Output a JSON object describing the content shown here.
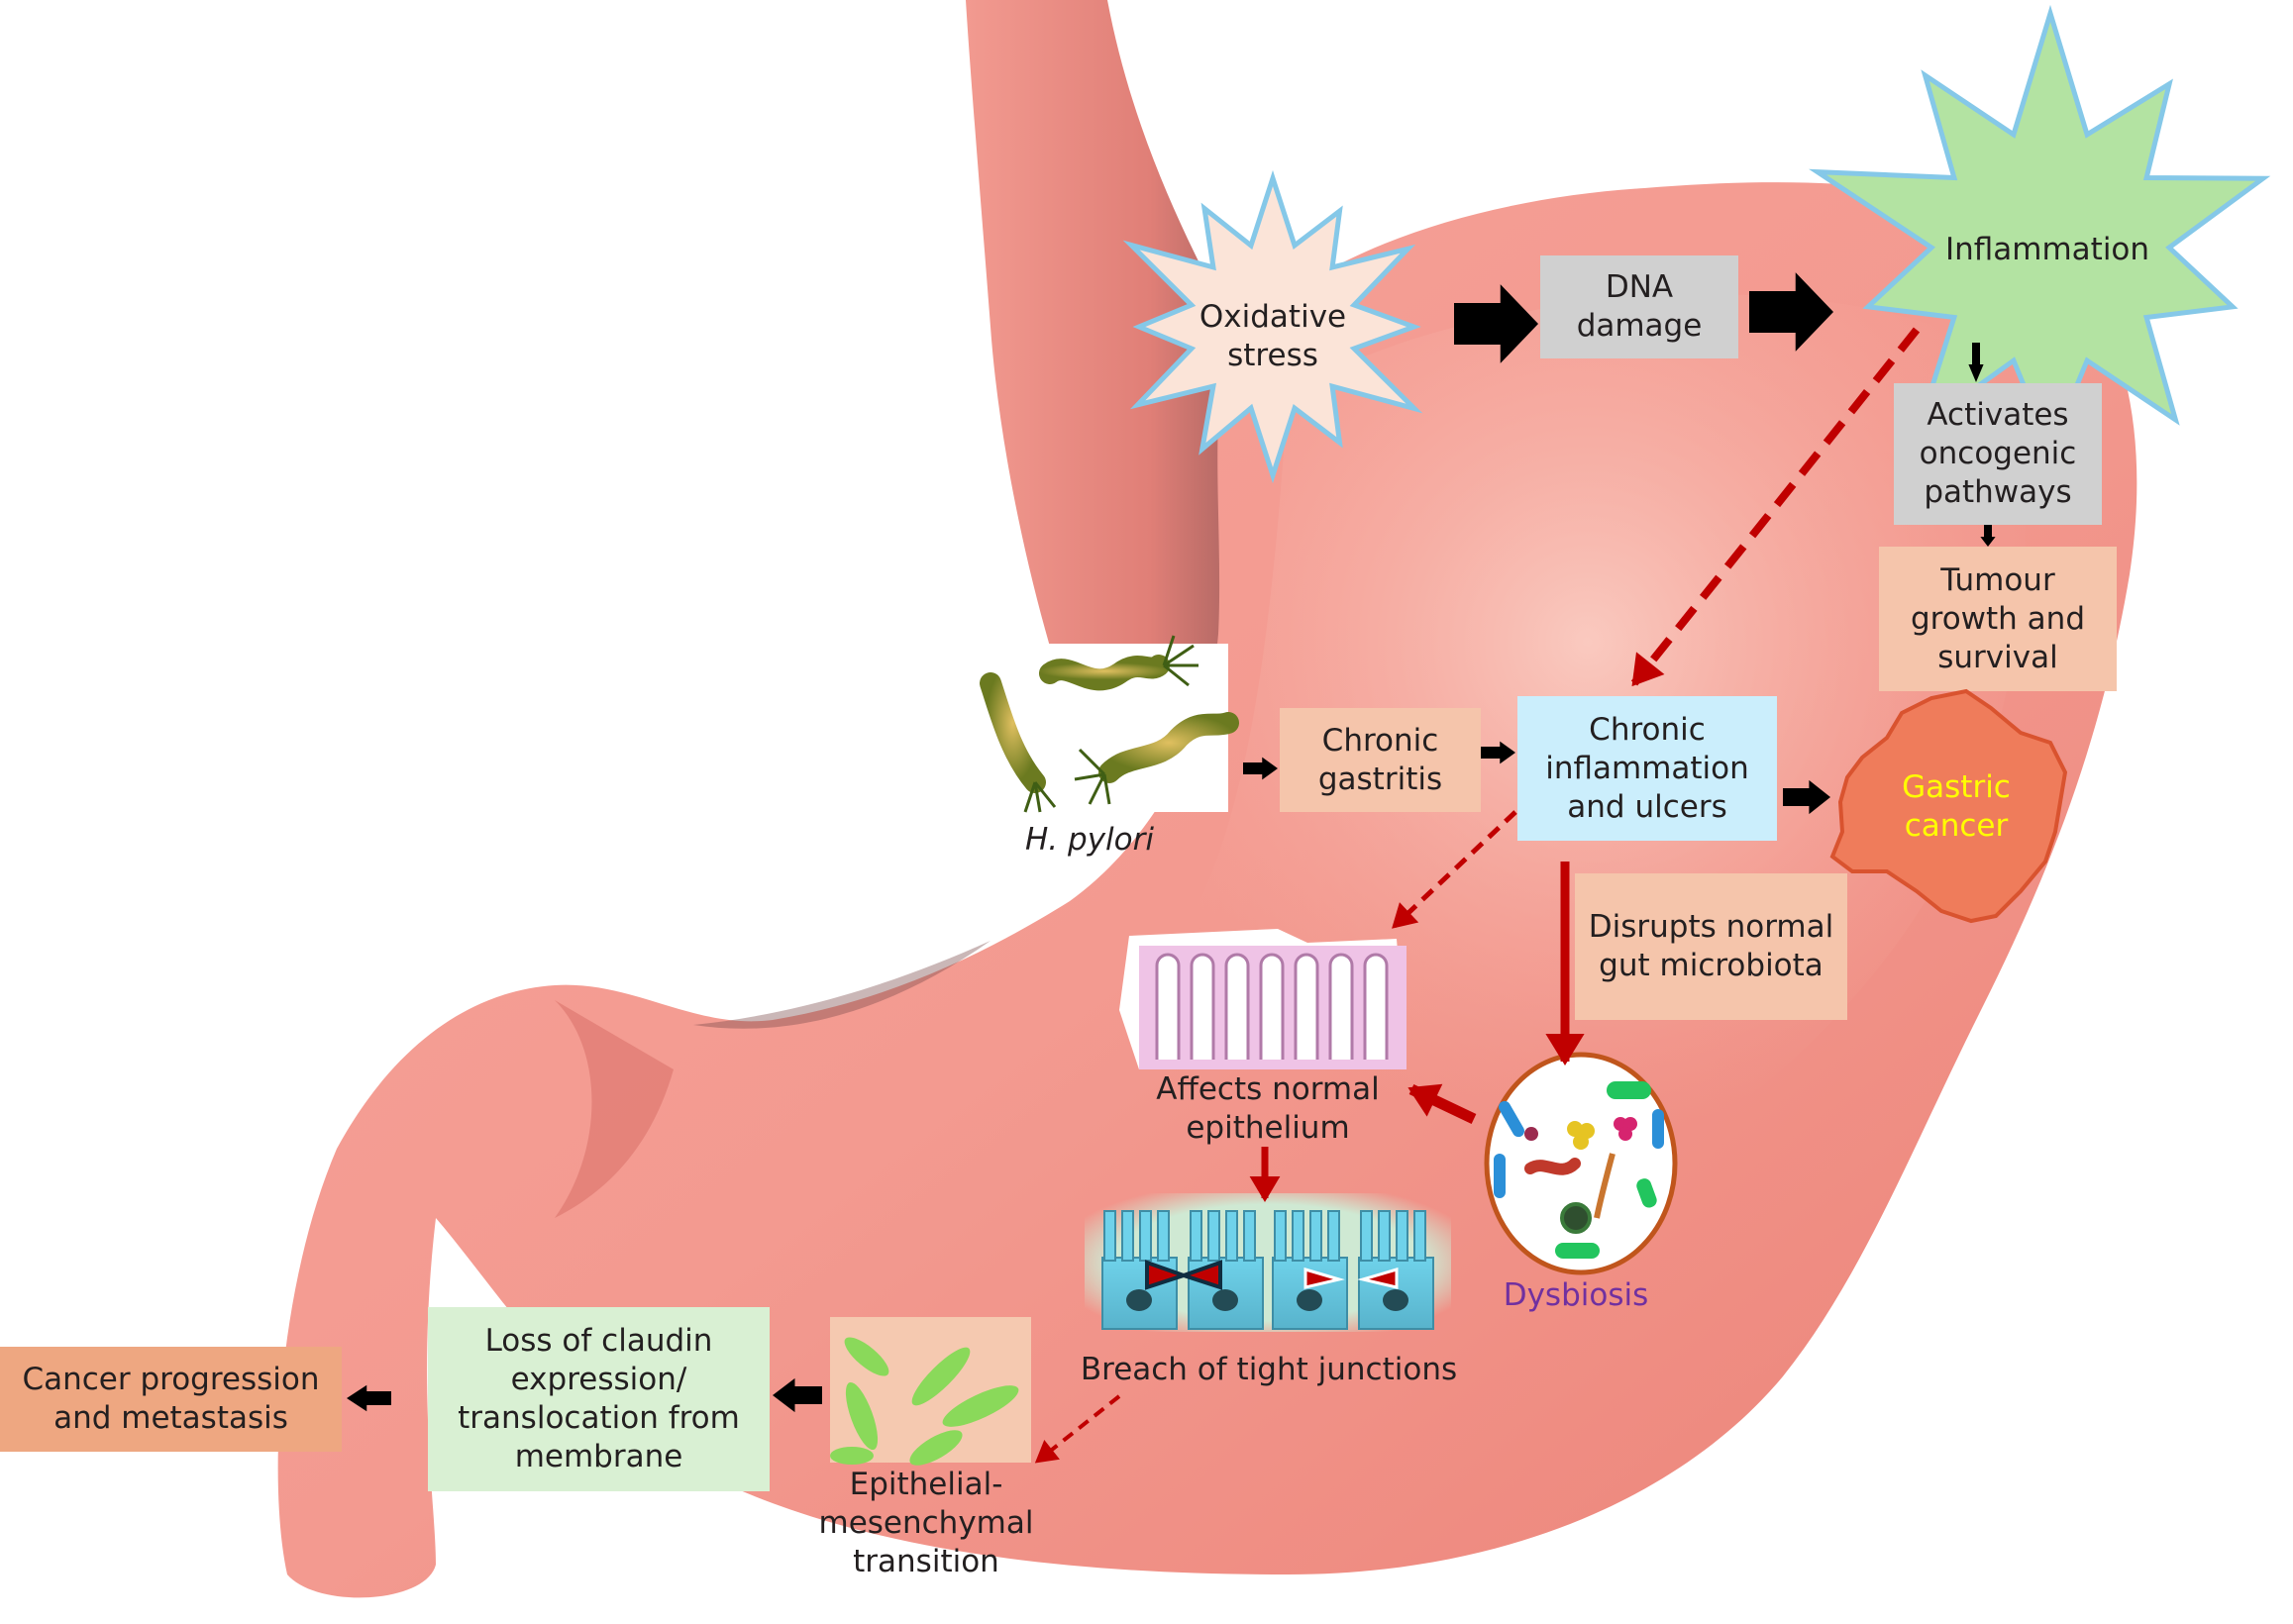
{
  "figure": {
    "title": "Pathways linking H. pylori, inflammation and claudin loss to gastric cancer",
    "colors": {
      "stomach": "#f08f86",
      "stomach_highlight": "#f9b5ab",
      "box_grey": "#d0d0d0",
      "box_peach": "#f5c5ab",
      "box_blue": "#cbeefc",
      "box_green": "#d9f0d3",
      "box_orange": "#eea781",
      "star_outline": "#85c8e8",
      "star_peach": "#fbe4d8",
      "star_green": "#b3e3a2",
      "arrow_black": "#000000",
      "arrow_red": "#c00000",
      "dysbiosis_label": "#7030a0",
      "gastric_cancer_label": "#ffff00"
    }
  },
  "nodes": {
    "oxidative_stress": "Oxidative\nstress",
    "dna_damage": "DNA\ndamage",
    "inflammation": "Inflammation",
    "activates_oncogenic": "Activates\noncogenic\npathways",
    "tumour_growth": "Tumour\ngrowth and\nsurvival",
    "h_pylori": "H. pylori",
    "chronic_gastritis": "Chronic\ngastritis",
    "chronic_inflammation": "Chronic\ninflammation\nand ulcers",
    "gastric_cancer": "Gastric\ncancer",
    "disrupts_microbiota": "Disrupts normal\ngut microbiota",
    "affects_epithelium": "Affects normal\nepithelium",
    "dysbiosis": "Dysbiosis",
    "breach_tight_junctions": "Breach of tight junctions",
    "emt": "Epithelial-\nmesenchymal\ntransition",
    "loss_of_claudin": "Loss of claudin\nexpression/\ntranslocation from\nmembrane",
    "cancer_progression": "Cancer progression\nand metastasis"
  },
  "edges": [
    {
      "from": "oxidative_stress",
      "to": "dna_damage",
      "style": "solid-black"
    },
    {
      "from": "dna_damage",
      "to": "inflammation",
      "style": "solid-black"
    },
    {
      "from": "inflammation",
      "to": "activates_oncogenic",
      "style": "solid-black"
    },
    {
      "from": "activates_oncogenic",
      "to": "tumour_growth",
      "style": "solid-black"
    },
    {
      "from": "inflammation",
      "to": "chronic_inflammation",
      "style": "dashed-red"
    },
    {
      "from": "h_pylori",
      "to": "chronic_gastritis",
      "style": "solid-black"
    },
    {
      "from": "chronic_gastritis",
      "to": "chronic_inflammation",
      "style": "solid-black"
    },
    {
      "from": "chronic_inflammation",
      "to": "gastric_cancer",
      "style": "solid-black"
    },
    {
      "from": "chronic_inflammation",
      "to": "affects_epithelium",
      "style": "dashed-red"
    },
    {
      "from": "chronic_inflammation",
      "to": "dysbiosis",
      "style": "solid-red"
    },
    {
      "from": "dysbiosis",
      "to": "affects_epithelium",
      "style": "solid-red"
    },
    {
      "from": "affects_epithelium",
      "to": "breach_tight_junctions",
      "style": "solid-red"
    },
    {
      "from": "breach_tight_junctions",
      "to": "emt",
      "style": "dashed-red"
    },
    {
      "from": "emt",
      "to": "loss_of_claudin",
      "style": "solid-black"
    },
    {
      "from": "loss_of_claudin",
      "to": "cancer_progression",
      "style": "solid-black"
    }
  ]
}
